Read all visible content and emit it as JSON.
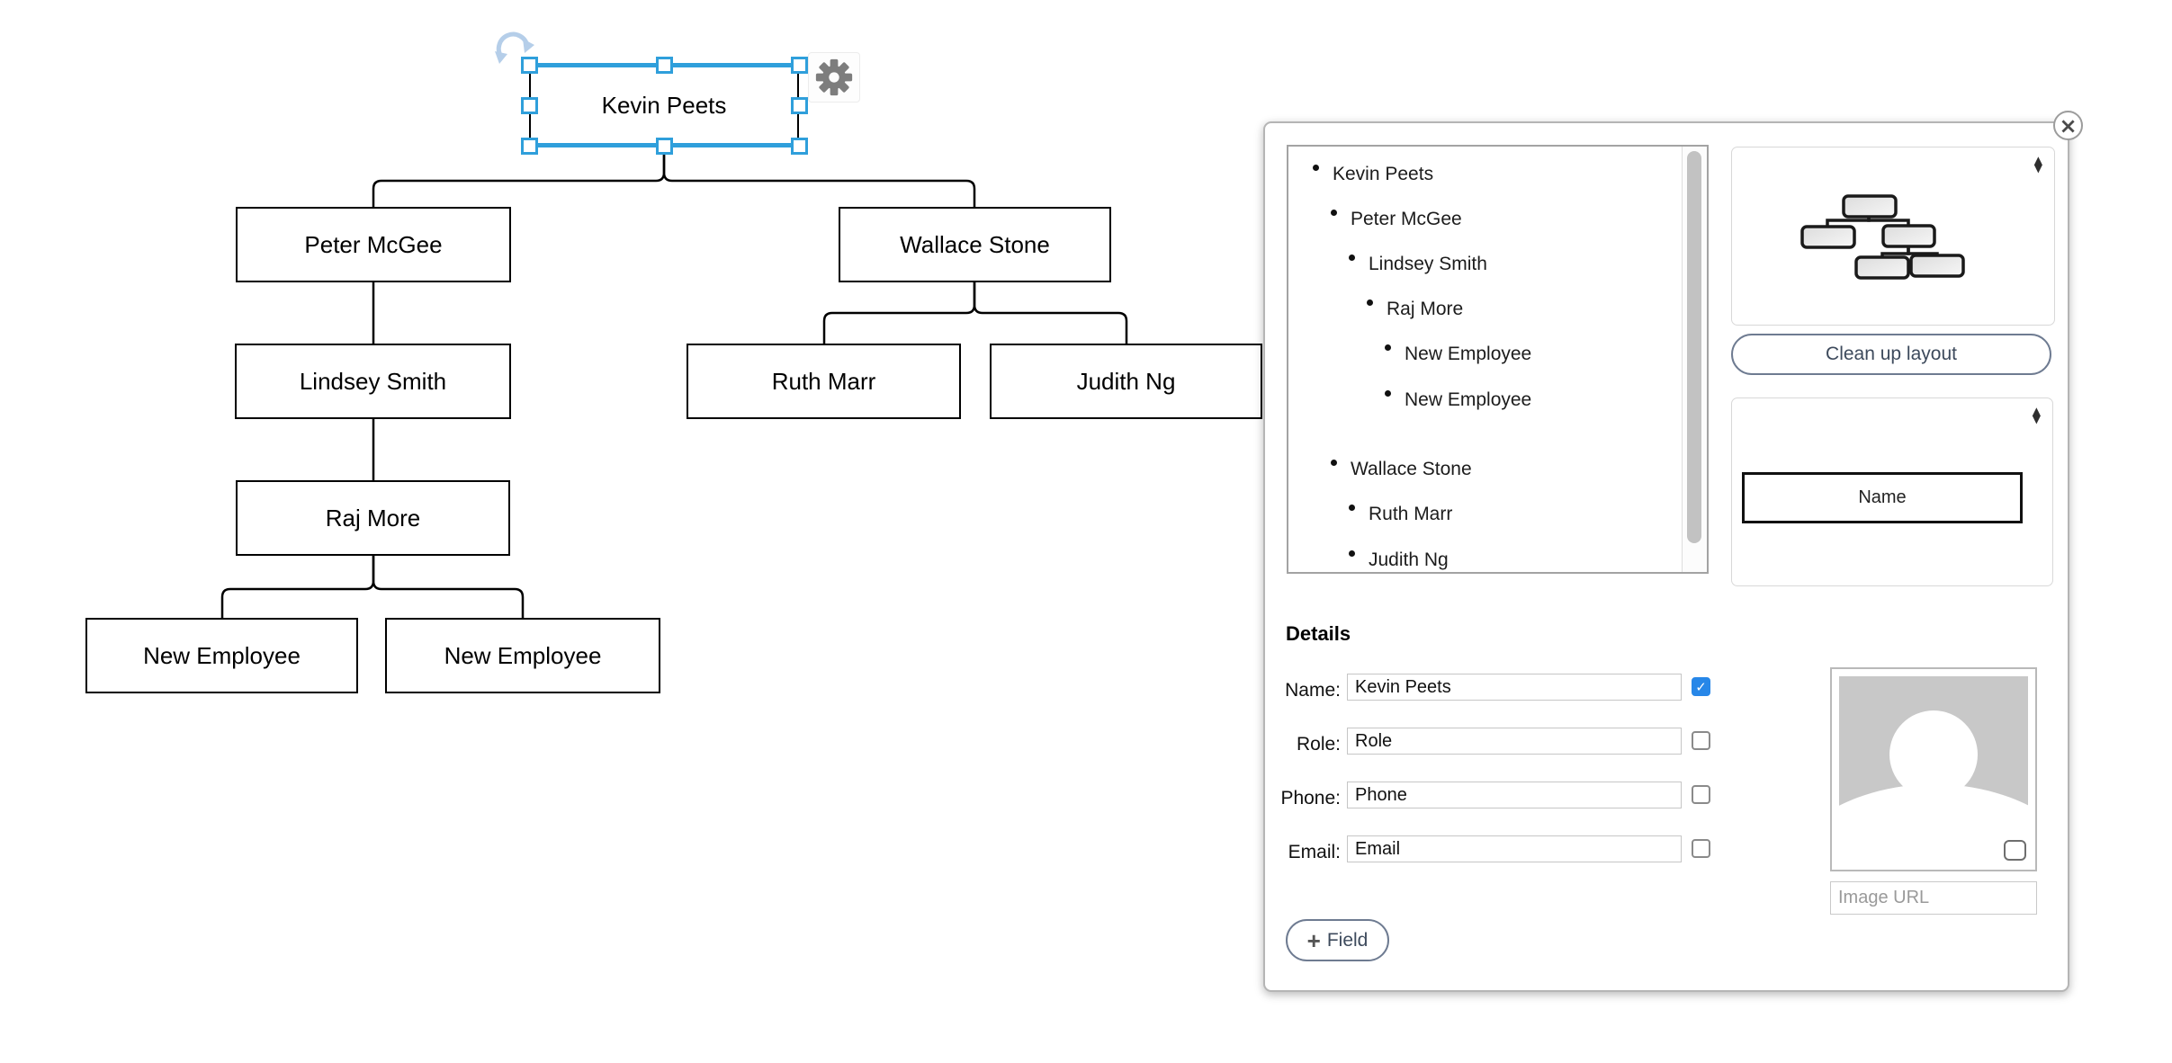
{
  "diagram": {
    "nodes": [
      {
        "label": "Kevin Peets"
      },
      {
        "label": "Peter McGee"
      },
      {
        "label": "Wallace Stone"
      },
      {
        "label": "Lindsey Smith"
      },
      {
        "label": "Ruth Marr"
      },
      {
        "label": "Judith Ng"
      },
      {
        "label": "Raj More"
      },
      {
        "label": "New Employee"
      },
      {
        "label": "New Employee"
      }
    ]
  },
  "panel": {
    "tree": {
      "items": [
        {
          "label": "Kevin Peets",
          "level": 0
        },
        {
          "label": "Peter McGee",
          "level": 1
        },
        {
          "label": "Lindsey Smith",
          "level": 2
        },
        {
          "label": "Raj More",
          "level": 3
        },
        {
          "label": "New Employee",
          "level": 4
        },
        {
          "label": "New Employee",
          "level": 4
        },
        {
          "label": "Wallace Stone",
          "level": 1
        },
        {
          "label": "Ruth Marr",
          "level": 2
        },
        {
          "label": "Judith Ng",
          "level": 2
        }
      ]
    },
    "cleanup_button_label": "Clean up layout",
    "preview": {
      "name_label": "Name"
    },
    "details": {
      "heading": "Details",
      "fields": [
        {
          "label": "Name:",
          "value": "Kevin Peets",
          "checked": true
        },
        {
          "label": "Role:",
          "value": "Role",
          "checked": false
        },
        {
          "label": "Phone:",
          "value": "Phone",
          "checked": false
        },
        {
          "label": "Email:",
          "value": "Email",
          "checked": false
        }
      ]
    },
    "image_url": {
      "placeholder": "Image URL"
    },
    "add_field": {
      "plus": "+",
      "label": "Field"
    }
  },
  "icons": {
    "close": "×",
    "check": "✓",
    "reorder_up": "▲",
    "reorder_down": "▼"
  },
  "colors": {
    "selection_blue": "#2f9fdb",
    "checkbox_blue": "#2787e8",
    "node_border": "#000000",
    "panel_border": "#b5b5b5"
  }
}
